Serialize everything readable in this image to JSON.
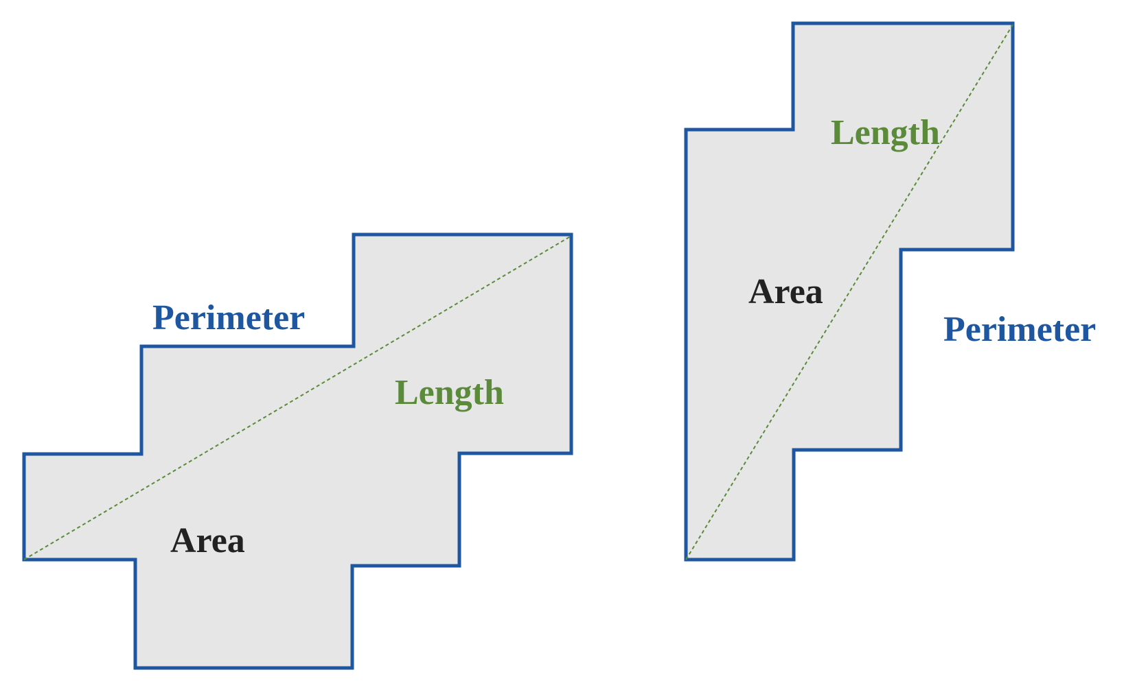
{
  "colors": {
    "perimeter": "#1f56a0",
    "length": "#5a8a3a",
    "area": "#222222",
    "fill": "#e6e6e6",
    "background": "#ffffff"
  },
  "shapes": [
    {
      "id": "left-shape",
      "labels": {
        "perimeter": "Perimeter",
        "length": "Length",
        "area": "Area"
      }
    },
    {
      "id": "right-shape",
      "labels": {
        "perimeter": "Perimeter",
        "length": "Length",
        "area": "Area"
      }
    }
  ]
}
